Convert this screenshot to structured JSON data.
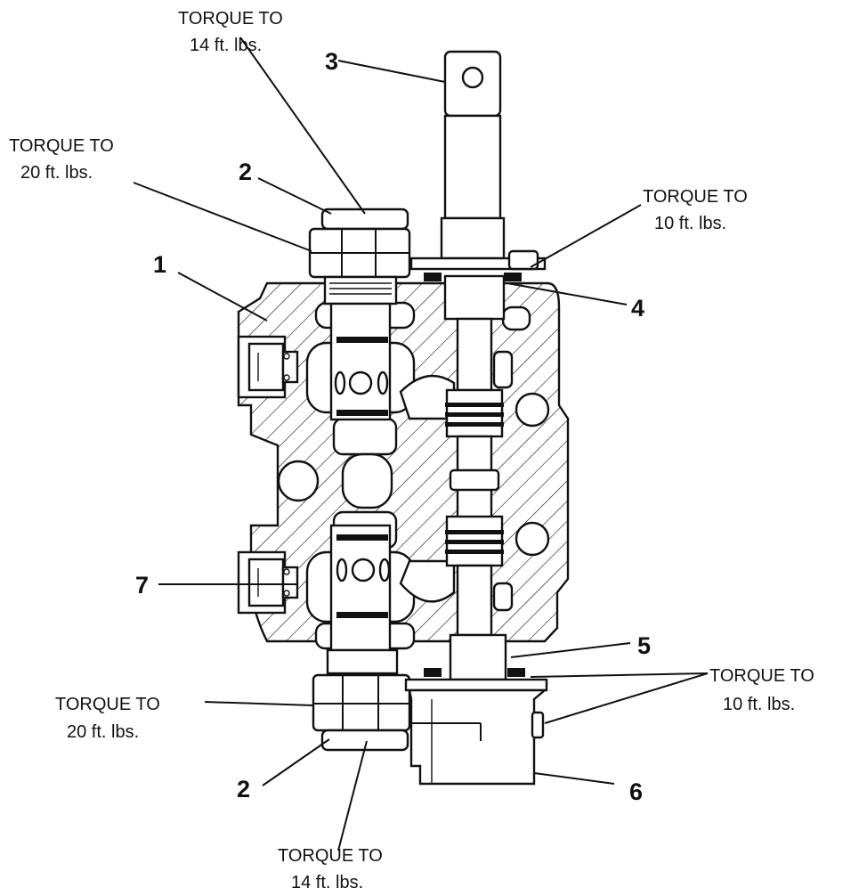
{
  "diagram": {
    "callouts": [
      {
        "id": "torque-top-14",
        "line1": "TORQUE TO",
        "line2": "14  ft.  lbs."
      },
      {
        "id": "torque-top-20",
        "line1": "TORQUE TO",
        "line2": "20  ft.  lbs."
      },
      {
        "id": "torque-right-10-top",
        "line1": "TORQUE TO",
        "line2": "10  ft.  lbs."
      },
      {
        "id": "torque-bottom-20",
        "line1": "TORQUE TO",
        "line2": "20  ft.  lbs."
      },
      {
        "id": "torque-right-10-bottom",
        "line1": "TORQUE TO",
        "line2": "10  ft.  lbs."
      },
      {
        "id": "torque-bottom-14",
        "line1": "TORQUE TO",
        "line2": "14  ft.  lbs."
      }
    ],
    "part_numbers": [
      "1",
      "2",
      "3",
      "4",
      "5",
      "6",
      "7",
      "2"
    ]
  }
}
